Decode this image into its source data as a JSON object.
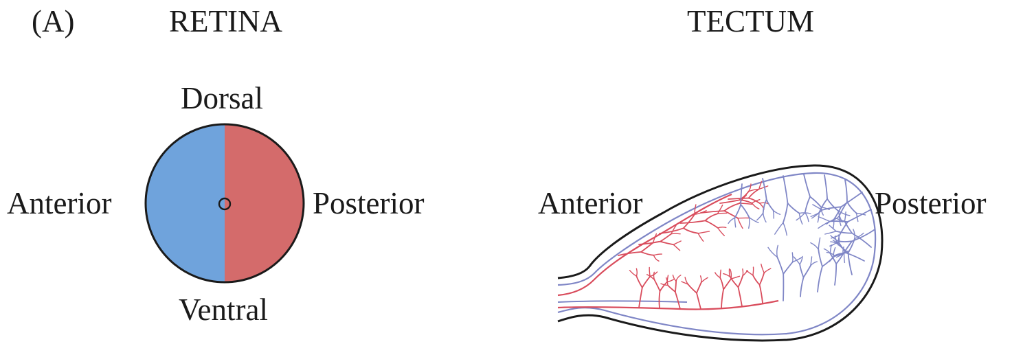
{
  "panel_label": "(A)",
  "retina": {
    "title": "RETINA",
    "labels": {
      "dorsal": "Dorsal",
      "ventral": "Ventral",
      "anterior": "Anterior",
      "posterior": "Posterior"
    },
    "colors": {
      "anterior_half": "#6fa3dc",
      "posterior_half": "#d46b6b",
      "outline": "#1a1a1a"
    }
  },
  "tectum": {
    "title": "TECTUM",
    "labels": {
      "anterior": "Anterior",
      "posterior": "Posterior"
    },
    "colors": {
      "anterior_projection": "#d94c5c",
      "posterior_projection": "#7f86c6",
      "outline": "#1a1a1a"
    }
  }
}
